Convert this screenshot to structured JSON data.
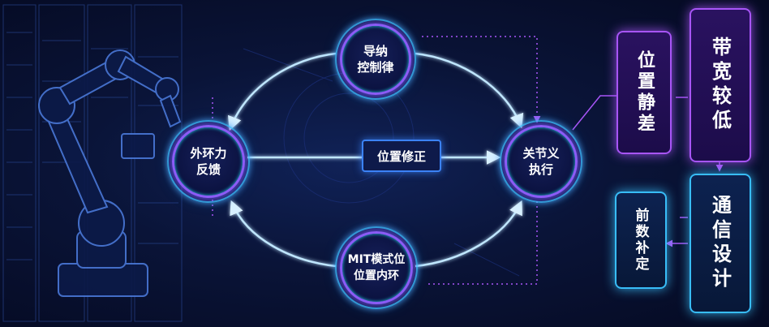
{
  "nodes": {
    "guidance": "导纳\n控制律",
    "force": "外环力\n反馈",
    "joint": "关节义\n执行",
    "mit": "MIT模式位\n位置内环"
  },
  "center_label": "位置修正",
  "cards": {
    "static_error": "位置静差",
    "low_bandwidth": "带宽较低",
    "feedforward": "前数补定",
    "comm_design": "通信设计"
  },
  "colors": {
    "accent_purple": "#a855f7",
    "accent_cyan": "#38bdf8",
    "flow_blue": "#bfe6ff",
    "background": "#060b24"
  }
}
